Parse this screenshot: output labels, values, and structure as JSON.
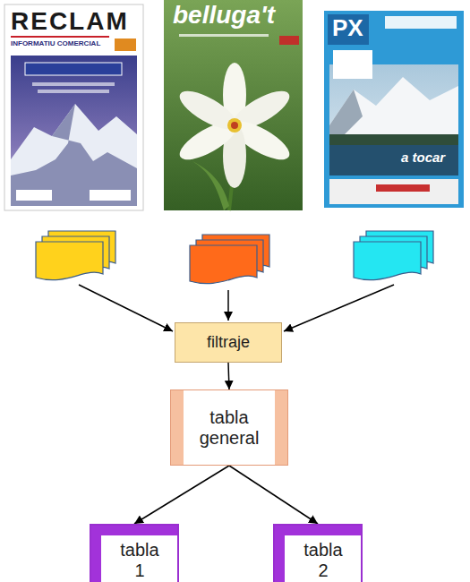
{
  "diagram": {
    "nodes": [
      {
        "text": [
          "filtraje"
        ]
      },
      {
        "text": [
          "tabla general"
        ]
      },
      {
        "text": [
          "tabla 1"
        ]
      },
      {
        "text": [
          "tabla 2"
        ]
      }
    ],
    "edges": [
      {
        "from": 0,
        "to": 1,
        "arrow": "to"
      },
      {
        "from": 1,
        "to": 2,
        "arrow": "to"
      },
      {
        "from": 1,
        "to": 3,
        "arrow": "to"
      }
    ],
    "labels": [
      "RECLAM",
      "INFORMATIU COMERCIAL",
      "belluga't",
      "PX",
      "a tocar"
    ]
  }
}
